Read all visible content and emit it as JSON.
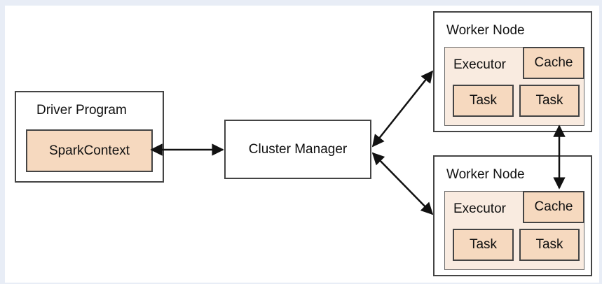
{
  "driver": {
    "title": "Driver Program",
    "context": "SparkContext"
  },
  "cluster_manager": {
    "label": "Cluster Manager"
  },
  "workers": [
    {
      "title": "Worker Node",
      "executor": "Executor",
      "cache": "Cache",
      "tasks": [
        "Task",
        "Task"
      ]
    },
    {
      "title": "Worker Node",
      "executor": "Executor",
      "cache": "Cache",
      "tasks": [
        "Task",
        "Task"
      ]
    }
  ],
  "colors": {
    "background": "#e8edf6",
    "panel": "#ffffff",
    "executor_fill": "#f9ebe0",
    "cell_fill": "#f6d9bf",
    "stroke": "#444444"
  }
}
